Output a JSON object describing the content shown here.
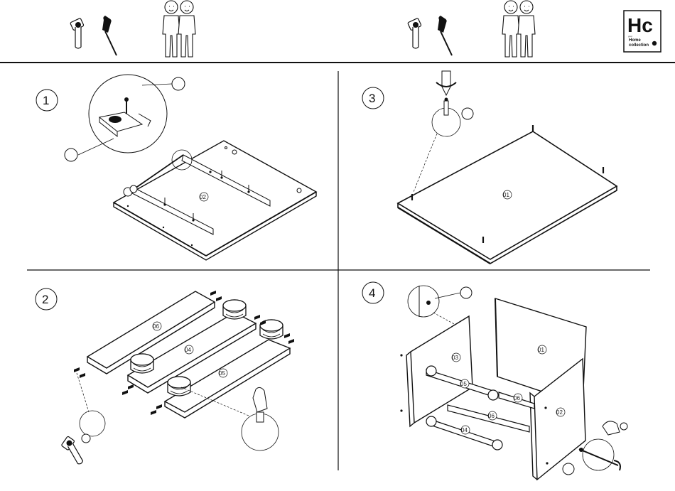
{
  "header": {
    "logo": {
      "mark": "Hc",
      "line1": "Home",
      "line2": "collection",
      "tiny": "your"
    },
    "icons": [
      "hammer-icon",
      "screwdriver-icon",
      "two-person-icon"
    ]
  },
  "steps": [
    {
      "number": "1",
      "part_label": "02"
    },
    {
      "number": "2",
      "part_labels": [
        "06",
        "04",
        "05"
      ]
    },
    {
      "number": "3",
      "part_label": "01"
    },
    {
      "number": "4",
      "part_labels": [
        "01",
        "03",
        "05",
        "06",
        "06",
        "04",
        "02"
      ]
    }
  ]
}
